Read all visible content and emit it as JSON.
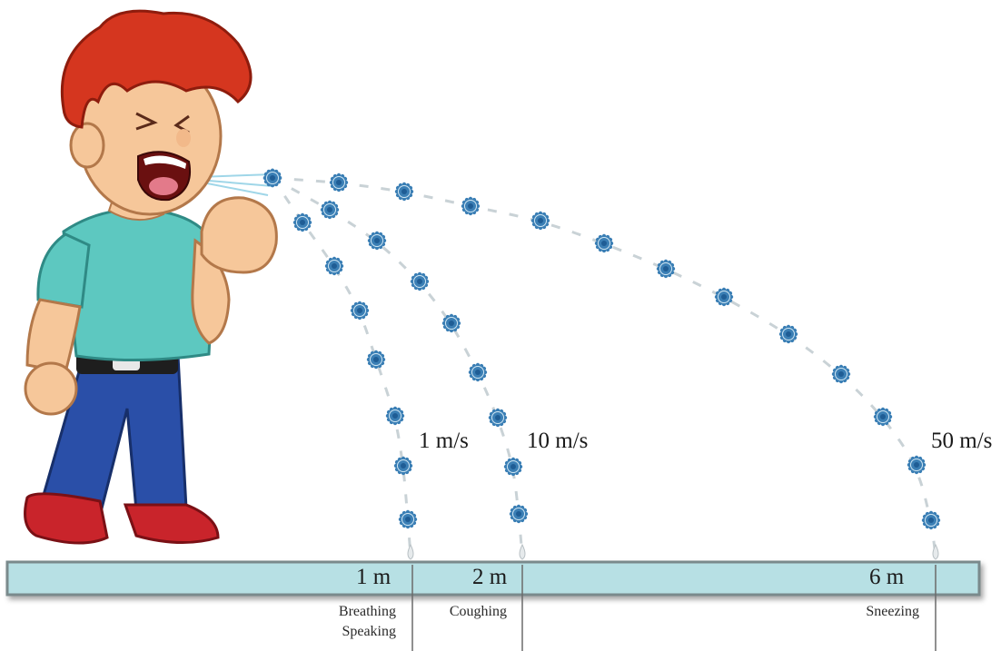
{
  "figure": {
    "colors": {
      "ground_fill": "#b7e0e4",
      "ground_border": "#7a8a8c",
      "droplet": "#3b7fb5",
      "droplet_core": "#1f5d95",
      "trail": "#c9d2d6",
      "hair": "#d5361f",
      "shirt": "#5dc8c0",
      "pants": "#2a4fa8",
      "shoes": "#c9242b",
      "skin": "#f6c79a"
    },
    "icons": [
      "droplet-icon",
      "boy-sneezing-illustration"
    ],
    "trajectories": [
      {
        "speed": "1 m/s",
        "distance": "1 m",
        "activity_lines": [
          "Breathing",
          "Speaking"
        ]
      },
      {
        "speed": "10 m/s",
        "distance": "2 m",
        "activity_lines": [
          "Coughing"
        ]
      },
      {
        "speed": "50 m/s",
        "distance": "6 m",
        "activity_lines": [
          "Sneezing"
        ]
      }
    ]
  }
}
